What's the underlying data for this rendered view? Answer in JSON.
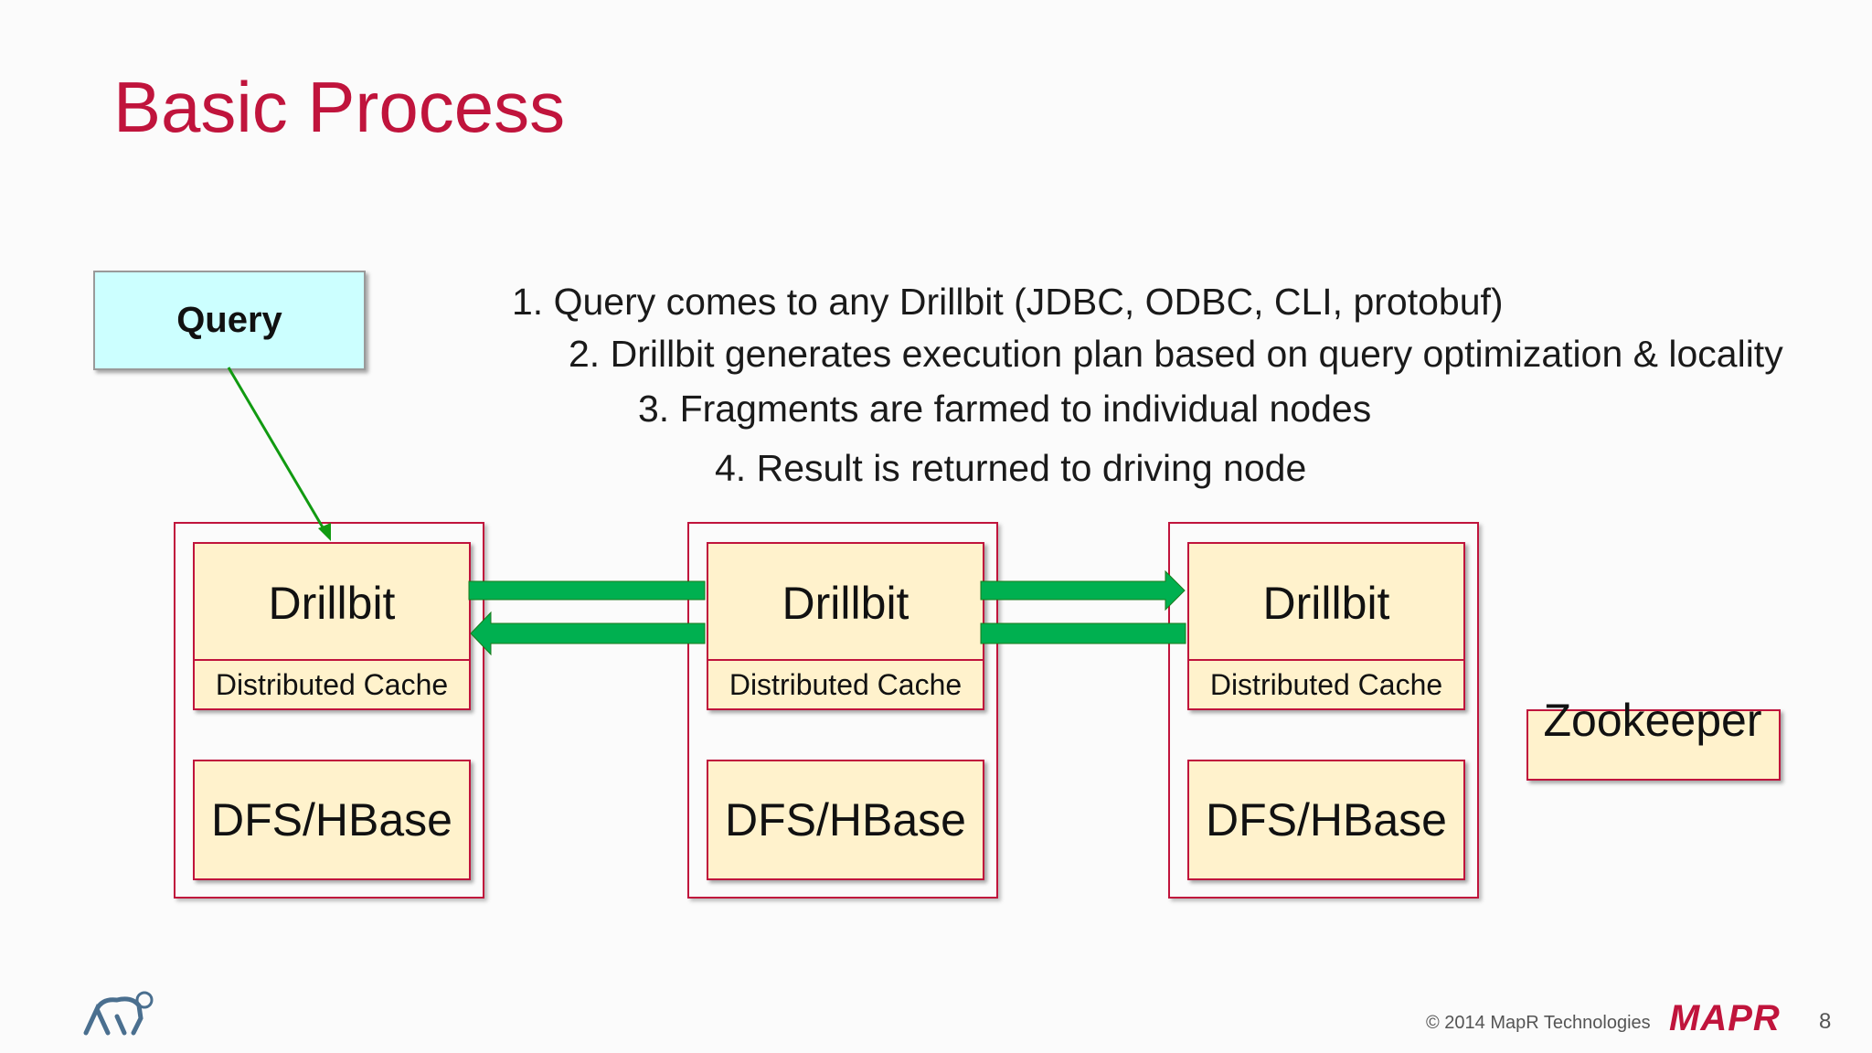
{
  "slide": {
    "title": "Basic Process",
    "query_label": "Query",
    "steps": [
      "1. Query comes to any Drillbit (JDBC, ODBC, CLI, protobuf)",
      "2. Drillbit generates execution plan based on query optimization & locality",
      "3. Fragments are farmed to individual nodes",
      "4. Result is returned to driving node"
    ],
    "nodes": [
      {
        "drillbit": "Drillbit",
        "cache": "Distributed Cache",
        "storage": "DFS/HBase"
      },
      {
        "drillbit": "Drillbit",
        "cache": "Distributed Cache",
        "storage": "DFS/HBase"
      },
      {
        "drillbit": "Drillbit",
        "cache": "Distributed Cache",
        "storage": "DFS/HBase"
      }
    ],
    "zookeeper_label": "Zookeeper"
  },
  "footer": {
    "copyright": "© 2014 MapR Technologies",
    "brand": "MAPR",
    "page_number": "8",
    "logo_icon": "elephant-drill-logo-icon"
  },
  "colors": {
    "accent": "#c0143c",
    "arrow_green": "#00b050",
    "query_fill": "#ccffff",
    "box_fill": "#fff2cc"
  }
}
